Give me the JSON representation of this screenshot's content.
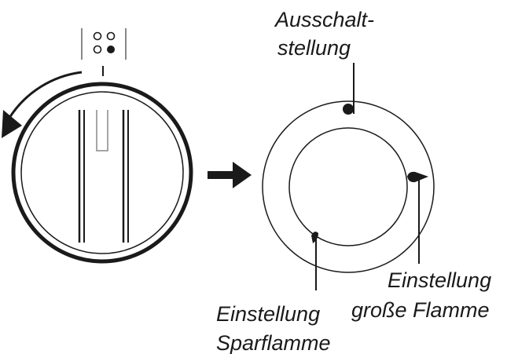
{
  "labels": {
    "off_position_line1": "Ausschalt-",
    "off_position_line2": "stellung",
    "large_flame_line1": "Einstellung",
    "large_flame_line2": "große Flamme",
    "small_flame_line1": "Einstellung",
    "small_flame_line2": "Sparflamme"
  },
  "colors": {
    "ink": "#1a1a1a",
    "gray": "#888888"
  },
  "icons": {
    "burner_indicator": "burner-position-indicator-icon",
    "rotation_arrow": "counterclockwise-arrow-icon",
    "direction_arrow": "right-arrow-icon"
  }
}
